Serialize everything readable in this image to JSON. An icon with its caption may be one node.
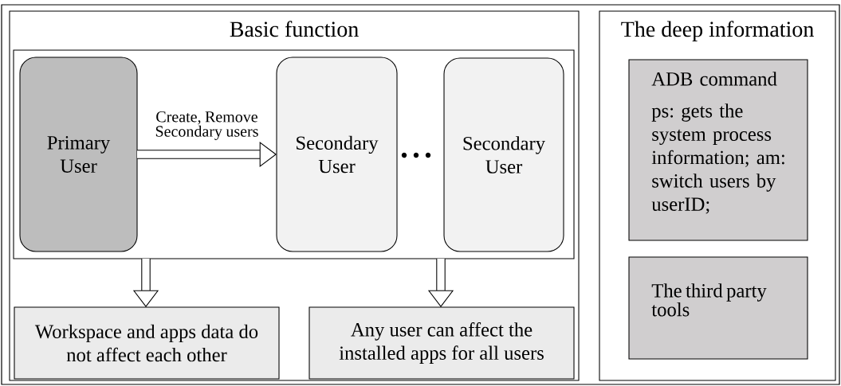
{
  "diagram": {
    "nodes": [
      {
        "text": [
          "Basic function"
        ]
      },
      {
        "text": [],
        "shape": "box",
        "in": 0
      },
      {
        "text": [
          "Primary User"
        ],
        "in": 1
      },
      {
        "text": [
          "Secondary User"
        ],
        "in": 1
      },
      {
        "text": [
          "Secondary User"
        ],
        "in": 1
      },
      {
        "text": [
          "Workspace and apps data do not affect each other"
        ],
        "in": 0
      },
      {
        "text": [
          "Any user can affect the installed apps for all users"
        ],
        "in": 0
      },
      {
        "text": [
          "The deep information"
        ]
      },
      {
        "text": [
          "ADB command",
          "ps: gets the system process information; am: switch users by userID;"
        ],
        "in": 7
      },
      {
        "text": [
          "The third party tools"
        ],
        "in": 7
      }
    ],
    "edges": [
      {
        "from": 2,
        "to": 3,
        "arrow": "to",
        "label": "Create, Remove Secondary users"
      },
      {
        "from": 1,
        "to": 5,
        "arrow": "to"
      },
      {
        "from": 1,
        "to": 6,
        "arrow": "to"
      }
    ]
  }
}
